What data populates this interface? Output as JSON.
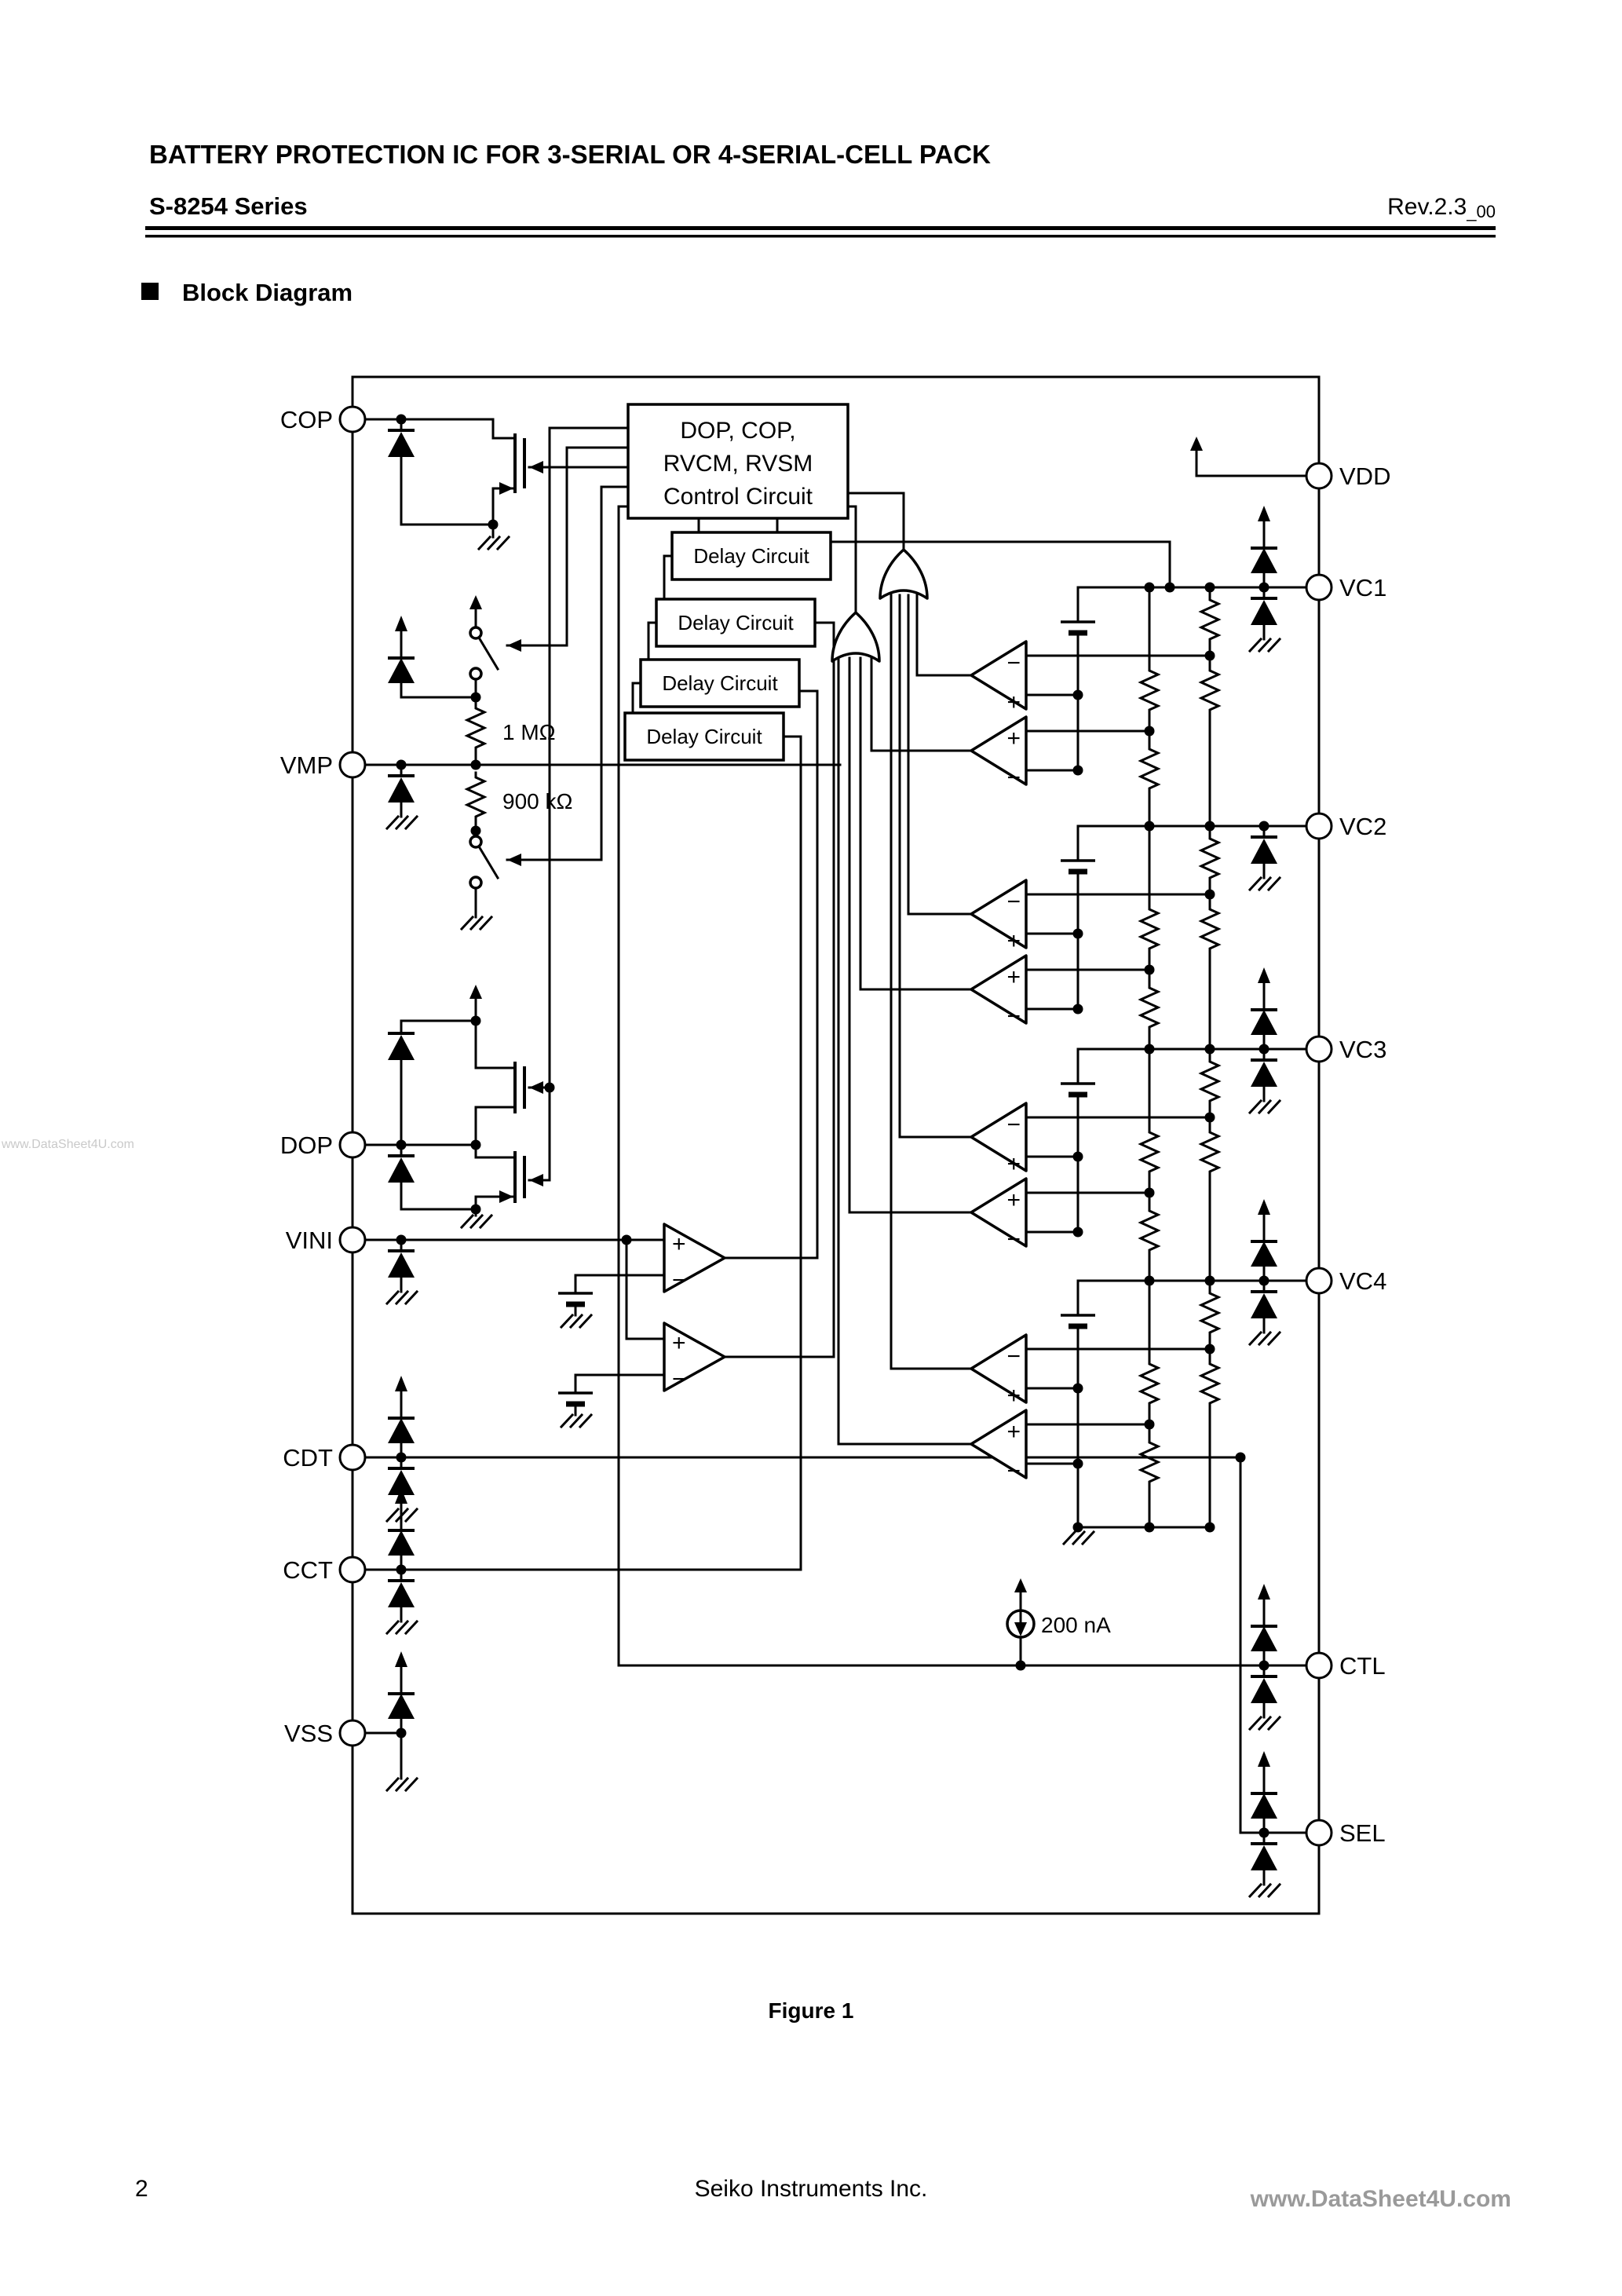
{
  "header": {
    "title": "BATTERY PROTECTION IC FOR 3-SERIAL OR 4-SERIAL-CELL PACK",
    "series": "S-8254 Series",
    "revision_main": "Rev.2.3",
    "revision_sub": "_00"
  },
  "section": {
    "heading": "Block Diagram"
  },
  "diagram": {
    "control_box": {
      "line1": "DOP, COP,",
      "line2": "RVCM, RVSM",
      "line3": "Control Circuit"
    },
    "delay_boxes": [
      {
        "label": "Delay Circuit"
      },
      {
        "label": "Delay Circuit"
      },
      {
        "label": "Delay Circuit"
      },
      {
        "label": "Delay Circuit"
      }
    ],
    "labels": {
      "r1": "1 MΩ",
      "r2": "900 kΩ",
      "current": "200 nA"
    },
    "signs": {
      "plus": "+",
      "minus": "−"
    },
    "pins_left": [
      {
        "label": "COP"
      },
      {
        "label": "VMP"
      },
      {
        "label": "DOP"
      },
      {
        "label": "VINI"
      },
      {
        "label": "CDT"
      },
      {
        "label": "CCT"
      },
      {
        "label": "VSS"
      }
    ],
    "pins_right": [
      {
        "label": "VDD"
      },
      {
        "label": "VC1"
      },
      {
        "label": "VC2"
      },
      {
        "label": "VC3"
      },
      {
        "label": "VC4"
      },
      {
        "label": "CTL"
      },
      {
        "label": "SEL"
      }
    ]
  },
  "caption": "Figure 1",
  "footer": {
    "page": "2",
    "company": "Seiko Instruments Inc.",
    "site": "www.DataSheet4U.com"
  },
  "watermark": "www.DataSheet4U.com"
}
